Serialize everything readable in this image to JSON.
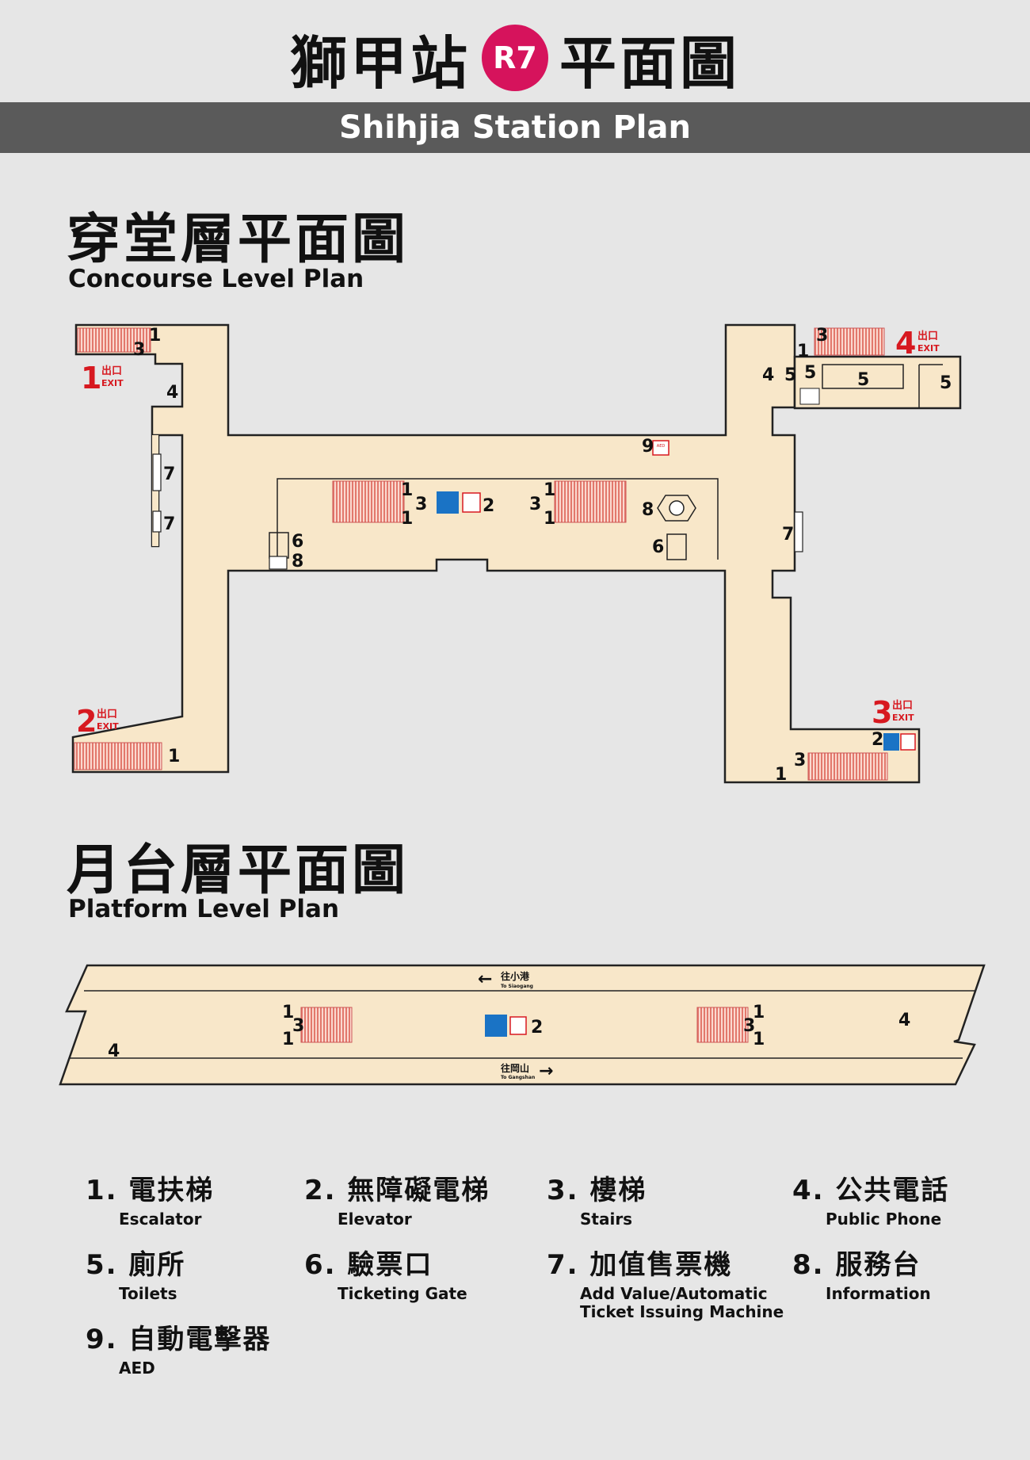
{
  "header": {
    "title_left": "獅甲站",
    "station_code": "R7",
    "title_right": "平面圖",
    "subtitle": "Shihjia Station Plan",
    "badge_color": "#d6135c"
  },
  "concourse": {
    "title_zh": "穿堂層平面圖",
    "title_en": "Concourse Level Plan"
  },
  "platform": {
    "title_zh": "月台層平面圖",
    "title_en": "Platform Level Plan",
    "direction_left_zh": "往小港",
    "direction_left_en": "To Siaogang",
    "direction_right_zh": "往岡山",
    "direction_right_en": "To Gangshan"
  },
  "exits": [
    {
      "number": "1",
      "label_zh": "出口",
      "label_en": "EXIT"
    },
    {
      "number": "2",
      "label_zh": "出口",
      "label_en": "EXIT"
    },
    {
      "number": "3",
      "label_zh": "出口",
      "label_en": "EXIT"
    },
    {
      "number": "4",
      "label_zh": "出口",
      "label_en": "EXIT"
    }
  ],
  "facility_icons": {
    "elevator": "wheelchair-elevator-icon",
    "info": "question-mark-icon",
    "aed": "heart-aed-icon",
    "toilet": "restroom-icon",
    "aed_label": "AED"
  },
  "colors": {
    "floor": "#f8e7c9",
    "outline": "#222222",
    "escalator": "#e2786c",
    "exit_red": "#d71920",
    "elevator_blue": "#1a73c5"
  },
  "legend": [
    {
      "num": "1.",
      "zh": "電扶梯",
      "en": "Escalator"
    },
    {
      "num": "2.",
      "zh": "無障礙電梯",
      "en": "Elevator"
    },
    {
      "num": "3.",
      "zh": "樓梯",
      "en": "Stairs"
    },
    {
      "num": "4.",
      "zh": "公共電話",
      "en": "Public Phone"
    },
    {
      "num": "5.",
      "zh": "廁所",
      "en": "Toilets"
    },
    {
      "num": "6.",
      "zh": "驗票口",
      "en": "Ticketing Gate"
    },
    {
      "num": "7.",
      "zh": "加值售票機",
      "en": "Add Value/Automatic\nTicket Issuing Machine"
    },
    {
      "num": "8.",
      "zh": "服務台",
      "en": "Information"
    },
    {
      "num": "9.",
      "zh": "自動電擊器",
      "en": "AED"
    }
  ]
}
